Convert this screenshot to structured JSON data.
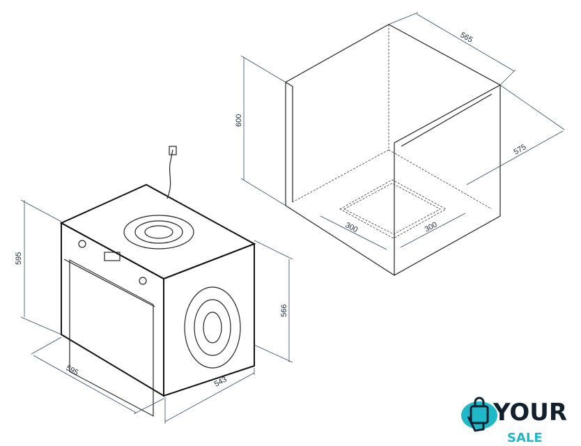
{
  "dimensions": {
    "oven_height": "595",
    "oven_width": "595",
    "oven_depth": "543",
    "oven_body_height": "566",
    "niche_height": "600",
    "niche_width": "565",
    "niche_depth": "575",
    "vent_width": "300",
    "vent_depth": "300"
  },
  "logo": {
    "line1": "YOUR",
    "line2": "SALE",
    "accent_color": "#1fb8c8",
    "dark_color": "#12202e"
  }
}
